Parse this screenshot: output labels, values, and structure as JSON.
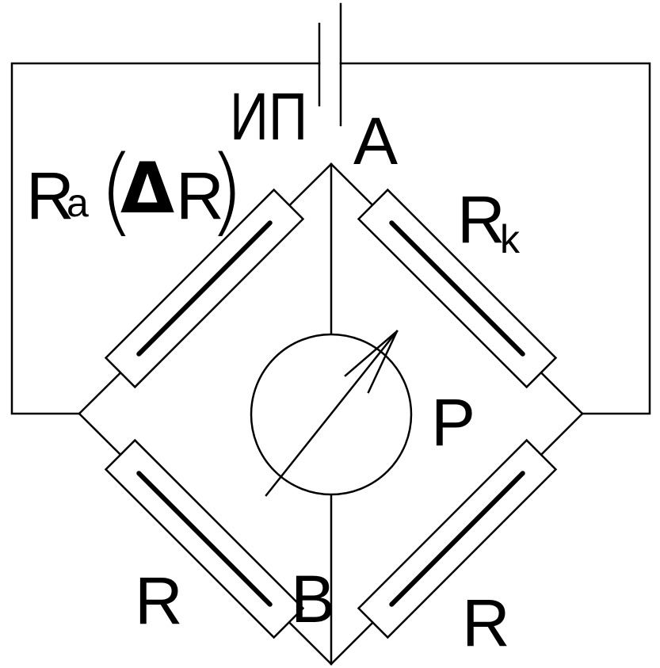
{
  "labels": {
    "power_source": "ИП",
    "node_top": "A",
    "node_bottom": "B",
    "meter": "P",
    "ra_main": "R",
    "ra_sub": "a",
    "paren_open": "(",
    "delta": "Δ",
    "delta_r": "R",
    "paren_close": ")",
    "rk_main": "R",
    "rk_sub": "k",
    "r_bottom_left": "R",
    "r_bottom_right": "R"
  }
}
